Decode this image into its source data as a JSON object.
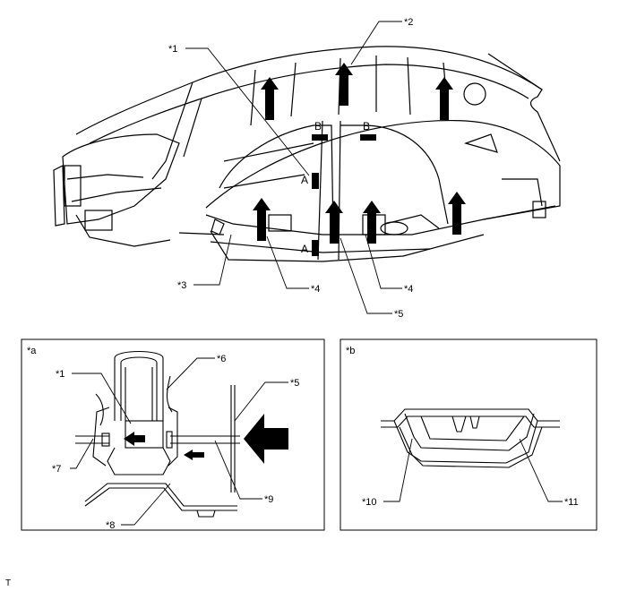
{
  "callouts": {
    "c1": "*1",
    "c2": "*2",
    "c3": "*3",
    "c4": "*4",
    "c5": "*5",
    "c6": "*6",
    "c7": "*7",
    "c8": "*8",
    "c9": "*9",
    "c10": "*10",
    "c11": "*11"
  },
  "section_marks": {
    "a": "A",
    "b": "B"
  },
  "panels": {
    "a": "*a",
    "b": "*b"
  },
  "footer_text": "T",
  "colors": {
    "line": "#000000",
    "background": "#ffffff"
  }
}
